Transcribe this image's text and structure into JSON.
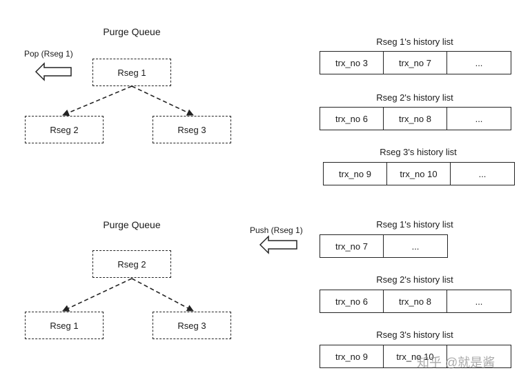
{
  "top": {
    "title": "Purge Queue",
    "action_label": "Pop (Rseg 1)",
    "nodes": {
      "root": "Rseg 1",
      "left": "Rseg 2",
      "right": "Rseg 3"
    },
    "lists": [
      {
        "title": "Rseg 1's history list",
        "cells": [
          "trx_no 3",
          "trx_no 7",
          "..."
        ]
      },
      {
        "title": "Rseg 2's history list",
        "cells": [
          "trx_no 6",
          "trx_no 8",
          "..."
        ]
      },
      {
        "title": "Rseg 3's history list",
        "cells": [
          "trx_no 9",
          "trx_no 10",
          "..."
        ]
      }
    ]
  },
  "bottom": {
    "title": "Purge Queue",
    "action_label": "Push (Rseg 1)",
    "nodes": {
      "root": "Rseg 2",
      "left": "Rseg 1",
      "right": "Rseg 3"
    },
    "lists": [
      {
        "title": "Rseg 1's history list",
        "cells": [
          "trx_no 7",
          "..."
        ]
      },
      {
        "title": "Rseg 2's history list",
        "cells": [
          "trx_no 6",
          "trx_no 8",
          "..."
        ]
      },
      {
        "title": "Rseg 3's history list",
        "cells": [
          "trx_no 9",
          "trx_no 10",
          ""
        ]
      }
    ]
  },
  "watermark": "知乎 @就是酱"
}
